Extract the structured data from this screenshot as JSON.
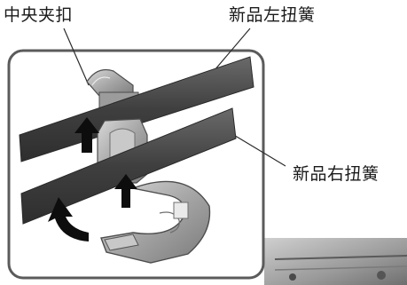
{
  "labels": {
    "center_clip": "中央夹扣",
    "new_left_torsion_spring": "新品左扭簧",
    "new_right_torsion_spring": "新品右扭簧"
  },
  "colors": {
    "frame": "#5b5b5b",
    "spring_bar": "#454545",
    "clip_body": "#a9a9a9",
    "clip_shadow": "#6e6e6e",
    "arrow": "#0d0d0d",
    "leader_line": "#2b2b2b",
    "background": "#ffffff"
  },
  "icons": [
    "up-arrow-icon",
    "curved-arrow-icon"
  ]
}
